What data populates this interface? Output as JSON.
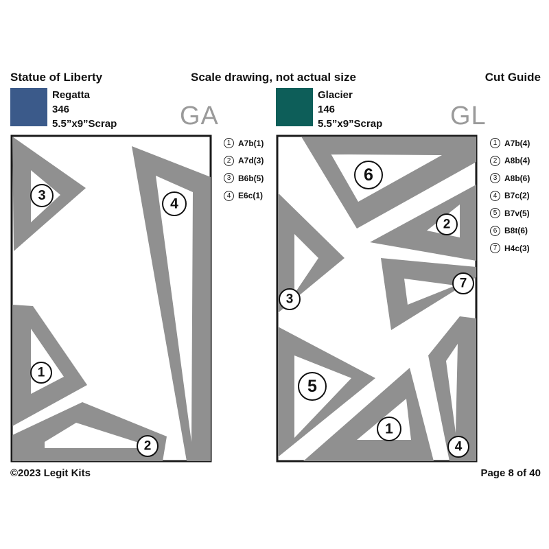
{
  "header": {
    "left": "Statue of Liberty",
    "center": "Scale drawing, not actual size",
    "right": "Cut Guide"
  },
  "fabrics": [
    {
      "name": "Regatta",
      "number": "346",
      "size": "5.5”x9”Scrap",
      "color": "#3b5a8a",
      "code": "GA"
    },
    {
      "name": "Glacier",
      "number": "146",
      "size": "5.5”x9”Scrap",
      "color": "#0d5e59",
      "code": "GL"
    }
  ],
  "legends": [
    [
      {
        "num": "1",
        "label": "A7b(1)"
      },
      {
        "num": "2",
        "label": "A7d(3)"
      },
      {
        "num": "3",
        "label": "B6b(5)"
      },
      {
        "num": "4",
        "label": "E6c(1)"
      }
    ],
    [
      {
        "num": "1",
        "label": "A7b(4)"
      },
      {
        "num": "2",
        "label": "A8b(4)"
      },
      {
        "num": "3",
        "label": "A8b(6)"
      },
      {
        "num": "4",
        "label": "B7c(2)"
      },
      {
        "num": "5",
        "label": "B7v(5)"
      },
      {
        "num": "6",
        "label": "B8t(6)"
      },
      {
        "num": "7",
        "label": "H4c(3)"
      }
    ]
  ],
  "piece_labels": {
    "left": [
      "3",
      "4",
      "1",
      "2"
    ],
    "right": [
      "6",
      "2",
      "3",
      "7",
      "5",
      "1",
      "4"
    ]
  },
  "footer": {
    "left": "©2023 Legit Kits",
    "right": "Page 8 of 40"
  }
}
